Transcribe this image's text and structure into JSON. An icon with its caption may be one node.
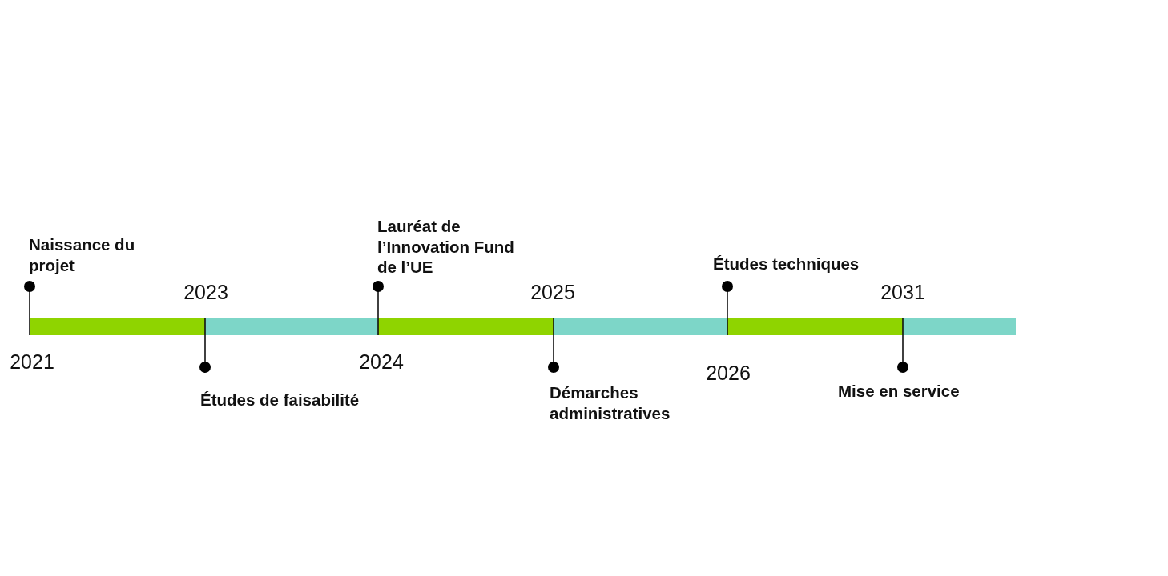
{
  "diagram": {
    "nodes": [
      {
        "text": [
          "Naissance du projet"
        ]
      },
      {
        "text": [
          "Études de faisabilité"
        ]
      },
      {
        "text": [
          "Lauréat de l’Innovation Fund de l’UE"
        ]
      },
      {
        "text": [
          "Démarches administratives"
        ]
      },
      {
        "text": [
          "Études techniques"
        ]
      },
      {
        "text": [
          "Mise en service"
        ]
      }
    ],
    "labels": [
      "2021",
      "2023",
      "2024",
      "2025",
      "2026",
      "2031"
    ]
  }
}
